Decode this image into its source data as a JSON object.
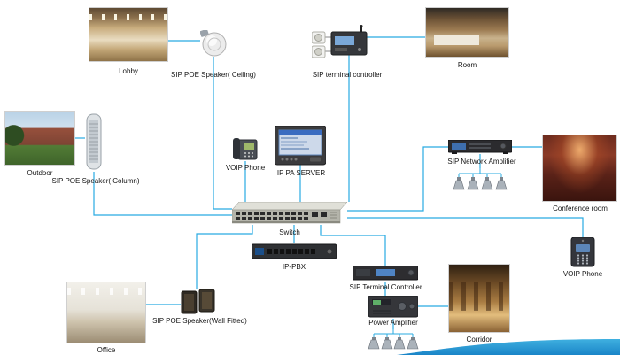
{
  "colors": {
    "connector": "#29abe2",
    "swoosh_top": "#3fb0e0",
    "swoosh_bottom": "#1a85c8"
  },
  "photos": {
    "lobby": {
      "label": "Lobby"
    },
    "room": {
      "label": "Room"
    },
    "outdoor": {
      "label": "Outdoor"
    },
    "conference": {
      "label": "Conference room"
    },
    "office": {
      "label": "Office"
    },
    "corridor": {
      "label": "Corridor"
    }
  },
  "devices": {
    "ceiling_speaker": {
      "label": "SIP POE Speaker( Ceiling)"
    },
    "terminal_controller_top": {
      "label": "SIP terminal controller"
    },
    "column_speaker": {
      "label": "SIP POE Speaker( Column)"
    },
    "voip_phone_center": {
      "label": "VOIP Phone"
    },
    "ip_pa_server": {
      "label": "IP PA SERVER"
    },
    "network_amplifier": {
      "label": "SIP Network Amplifier"
    },
    "switch": {
      "label": "Switch"
    },
    "ip_pbx": {
      "label": "IP-PBX"
    },
    "voip_phone_right": {
      "label": "VOIP Phone"
    },
    "wall_speaker": {
      "label": "SIP POE Speaker(Wall Fitted)"
    },
    "terminal_controller_bottom": {
      "label": "SIP Terminal Controller"
    },
    "power_amplifier": {
      "label": "Power Amplifier"
    }
  },
  "icons": {
    "ceiling_speaker": "ceiling-speaker-icon",
    "column_speaker": "column-speaker-icon",
    "terminal_controller": "terminal-controller-icon",
    "voip_phone": "voip-phone-icon",
    "ip_pa_server": "server-icon",
    "switch": "network-switch-icon",
    "ip_pbx": "rack-unit-icon",
    "amplifier": "amplifier-icon",
    "horn_speakers": "horn-speakers-icon",
    "wall_speaker": "wall-speaker-icon"
  }
}
